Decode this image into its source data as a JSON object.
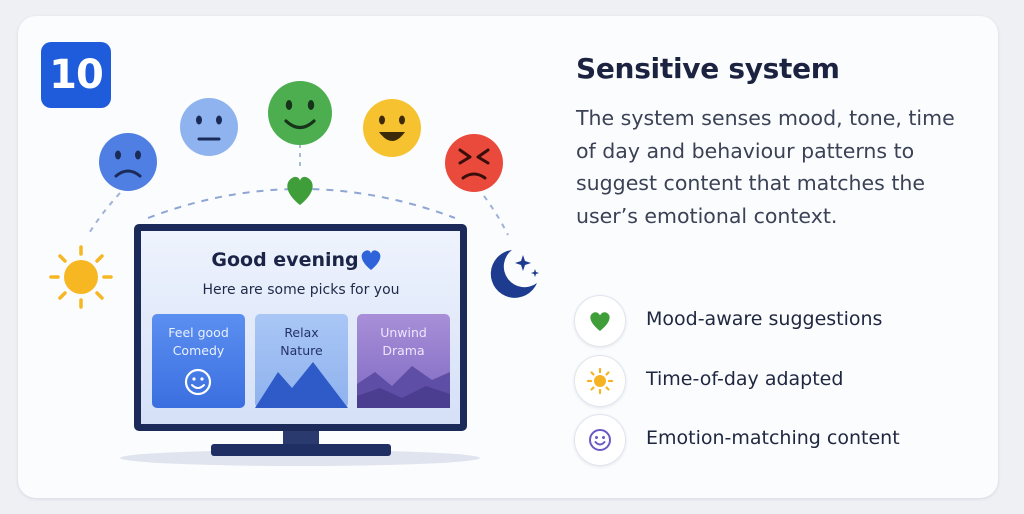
{
  "badge": {
    "number": "10"
  },
  "title": "Sensitive system",
  "description": "The system senses mood, tone, time of day and behaviour patterns to suggest content that matches the user’s emotional context.",
  "screen": {
    "greeting": "Good evening",
    "subtitle": "Here are some picks for you",
    "tiles": [
      {
        "line1": "Feel good",
        "line2": "Comedy"
      },
      {
        "line1": "Relax",
        "line2": "Nature"
      },
      {
        "line1": "Unwind",
        "line2": "Drama"
      }
    ]
  },
  "features": [
    {
      "icon": "heart-icon",
      "label": "Mood-aware suggestions"
    },
    {
      "icon": "sun-icon",
      "label": "Time-of-day adapted"
    },
    {
      "icon": "smiley-icon",
      "label": "Emotion-matching content"
    }
  ],
  "colors": {
    "accent_blue": "#1f5cdb",
    "heart_green": "#3f9e3a",
    "sun_yellow": "#f5b323",
    "moon_navy": "#1d3b8f",
    "tv_frame": "#1c2a5a"
  }
}
